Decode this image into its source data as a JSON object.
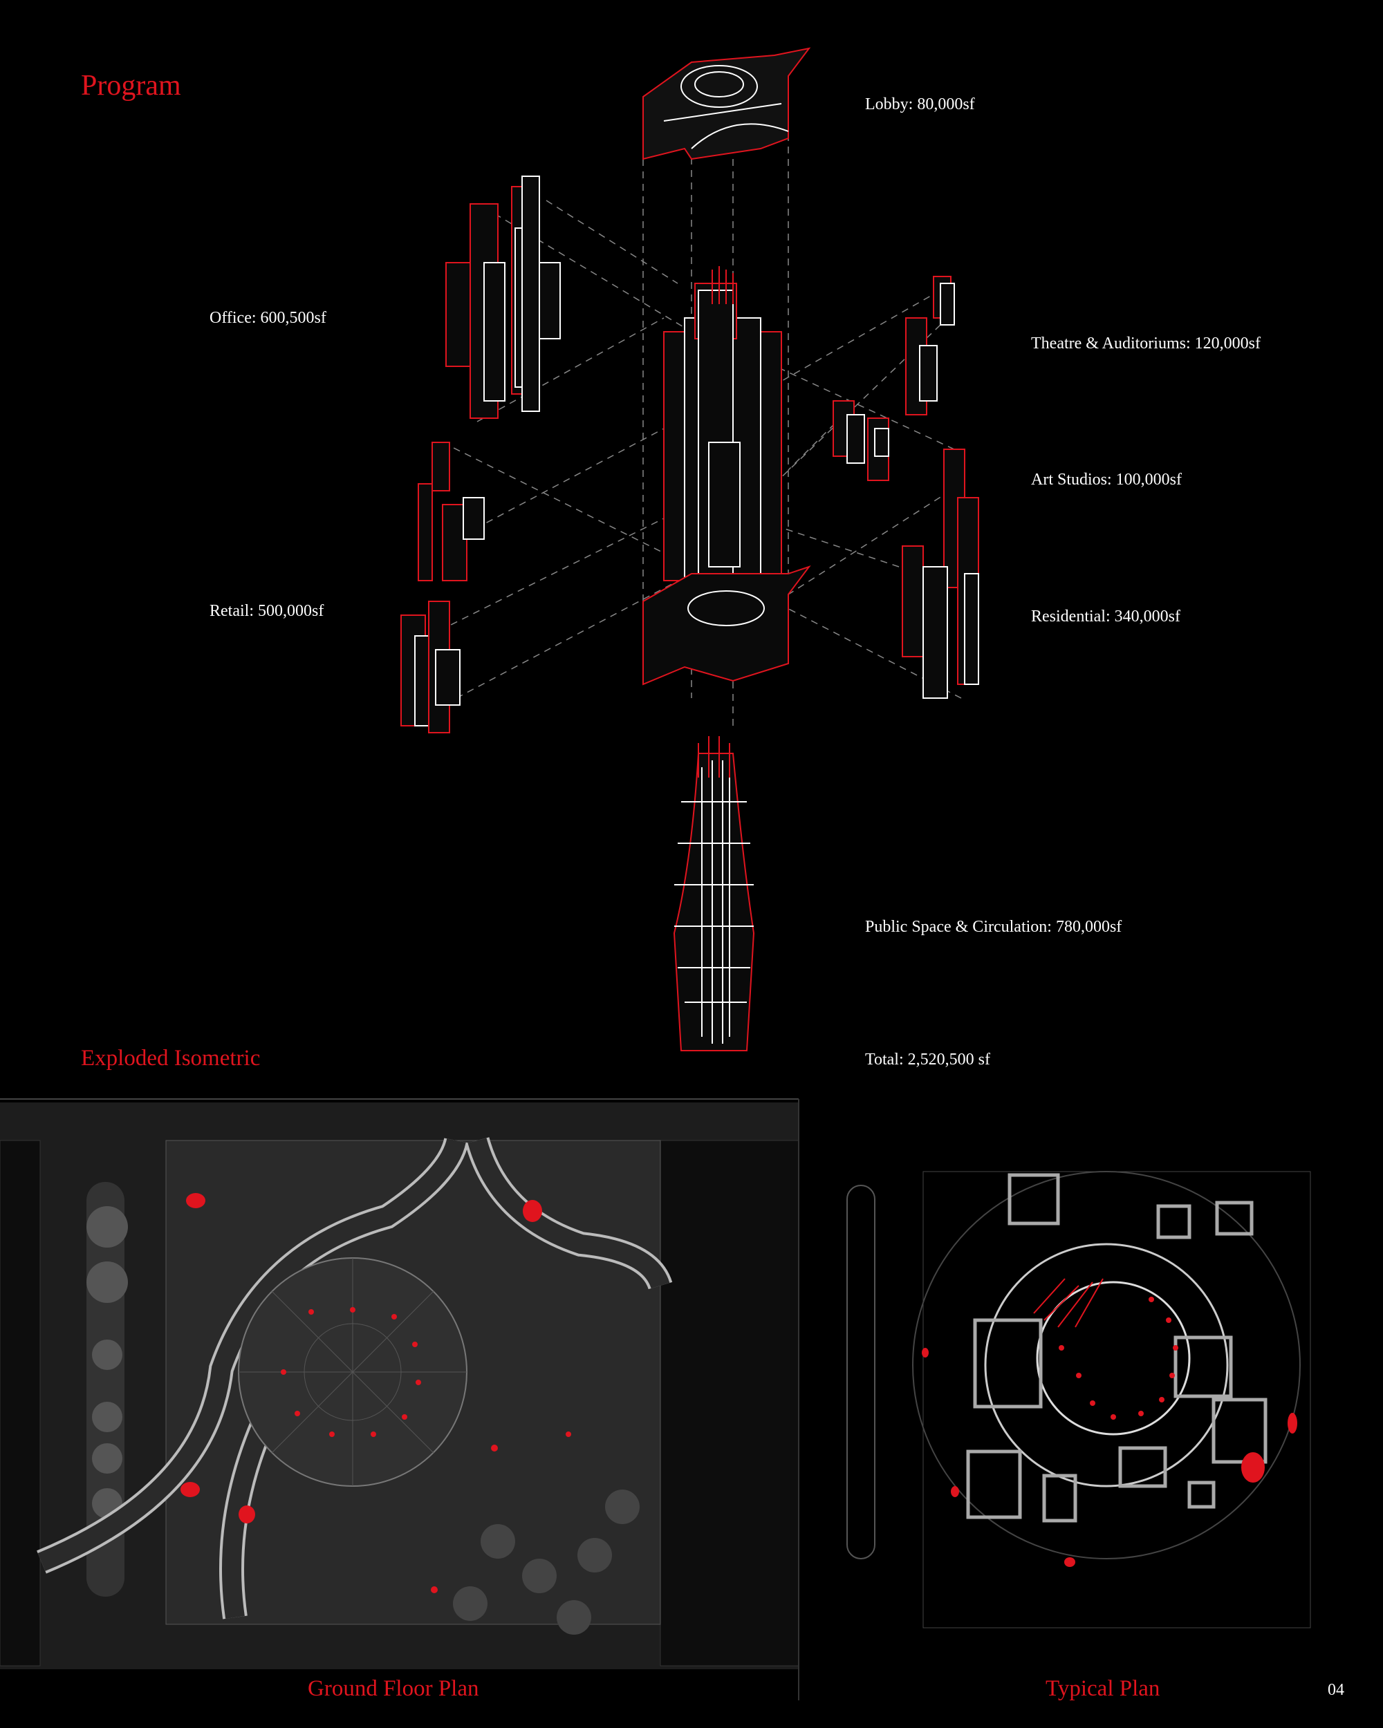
{
  "headings": {
    "program": "Program",
    "exploded": "Exploded Isometric",
    "ground_plan": "Ground Floor Plan",
    "typical_plan": "Typical Plan"
  },
  "program_labels": {
    "lobby": "Lobby: 80,000sf",
    "office": "Office: 600,500sf",
    "theatre": "Theatre & Auditoriums: 120,000sf",
    "art": "Art Studios: 100,000sf",
    "retail": "Retail: 500,000sf",
    "residential": "Residential: 340,000sf",
    "public": "Public Space & Circulation: 780,000sf",
    "total": "Total: 2,520,500 sf"
  },
  "page_number": "04",
  "colors": {
    "accent": "#e0141e",
    "background": "#000000",
    "line": "#ffffff",
    "plan_fill": "#2a2a2a"
  }
}
